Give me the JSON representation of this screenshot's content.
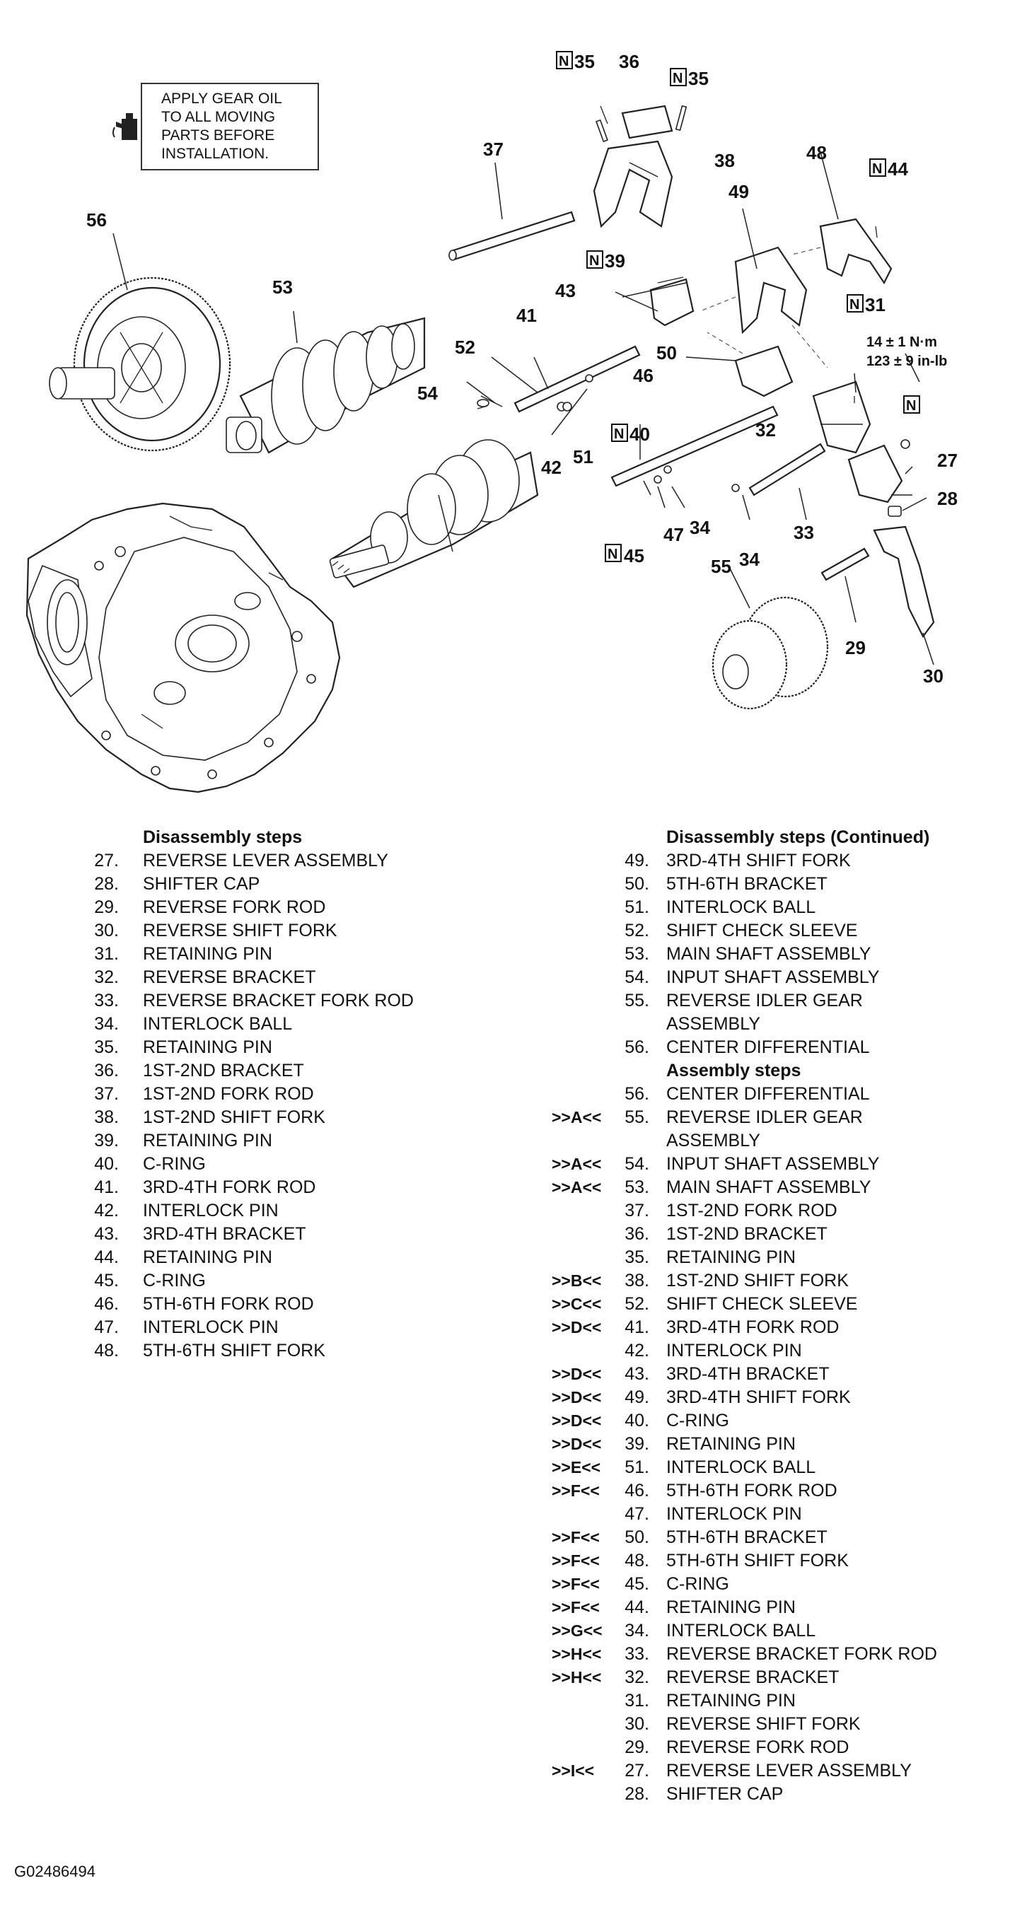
{
  "note": {
    "lines": [
      "APPLY GEAR OIL",
      "TO ALL MOVING",
      "PARTS BEFORE",
      "INSTALLATION."
    ],
    "icon": "oil-can-icon"
  },
  "callouts": {
    "c35a": "35",
    "c36": "36",
    "c35b": "35",
    "c37": "37",
    "c38": "38",
    "c48": "48",
    "c44": "44",
    "c49": "49",
    "c56": "56",
    "c53": "53",
    "c39": "39",
    "c43": "43",
    "c31": "31",
    "c41": "41",
    "c52": "52",
    "c50": "50",
    "c46": "46",
    "c54": "54",
    "c40": "40",
    "c42": "42",
    "c51": "51",
    "c32": "32",
    "c27": "27",
    "c28": "28",
    "c33": "33",
    "c34a": "34",
    "c34b": "34",
    "c47": "47",
    "c45": "45",
    "c55": "55",
    "c29": "29",
    "c30": "30"
  },
  "n_marker": "N",
  "torque": {
    "metric": "14 ± 1 N·m",
    "imperial": "123 ± 9 in-lb"
  },
  "disassembly_heading": "Disassembly steps",
  "disassembly_continued_heading": "Disassembly steps (Continued)",
  "assembly_heading": "Assembly steps",
  "disassembly_steps": [
    {
      "num": "27.",
      "label": "REVERSE LEVER ASSEMBLY"
    },
    {
      "num": "28.",
      "label": "SHIFTER CAP"
    },
    {
      "num": "29.",
      "label": "REVERSE FORK ROD"
    },
    {
      "num": "30.",
      "label": "REVERSE SHIFT FORK"
    },
    {
      "num": "31.",
      "label": "RETAINING PIN"
    },
    {
      "num": "32.",
      "label": "REVERSE BRACKET"
    },
    {
      "num": "33.",
      "label": "REVERSE BRACKET FORK ROD"
    },
    {
      "num": "34.",
      "label": "INTERLOCK BALL"
    },
    {
      "num": "35.",
      "label": "RETAINING PIN"
    },
    {
      "num": "36.",
      "label": "1ST-2ND BRACKET"
    },
    {
      "num": "37.",
      "label": "1ST-2ND FORK ROD"
    },
    {
      "num": "38.",
      "label": "1ST-2ND SHIFT FORK"
    },
    {
      "num": "39.",
      "label": "RETAINING PIN"
    },
    {
      "num": "40.",
      "label": "C-RING"
    },
    {
      "num": "41.",
      "label": "3RD-4TH FORK ROD"
    },
    {
      "num": "42.",
      "label": "INTERLOCK PIN"
    },
    {
      "num": "43.",
      "label": "3RD-4TH BRACKET"
    },
    {
      "num": "44.",
      "label": "RETAINING PIN"
    },
    {
      "num": "45.",
      "label": "C-RING"
    },
    {
      "num": "46.",
      "label": "5TH-6TH FORK ROD"
    },
    {
      "num": "47.",
      "label": "INTERLOCK PIN"
    },
    {
      "num": "48.",
      "label": "5TH-6TH SHIFT FORK"
    }
  ],
  "disassembly_steps_continued": [
    {
      "num": "49.",
      "label": "3RD-4TH SHIFT FORK"
    },
    {
      "num": "50.",
      "label": "5TH-6TH BRACKET"
    },
    {
      "num": "51.",
      "label": "INTERLOCK BALL"
    },
    {
      "num": "52.",
      "label": "SHIFT CHECK SLEEVE"
    },
    {
      "num": "53.",
      "label": "MAIN SHAFT ASSEMBLY"
    },
    {
      "num": "54.",
      "label": "INPUT SHAFT ASSEMBLY"
    },
    {
      "num": "55.",
      "label": "REVERSE IDLER GEAR"
    },
    {
      "num": "",
      "label": "ASSEMBLY"
    },
    {
      "num": "56.",
      "label": "CENTER DIFFERENTIAL"
    }
  ],
  "assembly_steps": [
    {
      "marker": "",
      "num": "56.",
      "label": "CENTER DIFFERENTIAL"
    },
    {
      "marker": ">>A<<",
      "num": "55.",
      "label": "REVERSE IDLER GEAR"
    },
    {
      "marker": "",
      "num": "",
      "label": "ASSEMBLY"
    },
    {
      "marker": ">>A<<",
      "num": "54.",
      "label": "INPUT SHAFT ASSEMBLY"
    },
    {
      "marker": ">>A<<",
      "num": "53.",
      "label": "MAIN SHAFT ASSEMBLY"
    },
    {
      "marker": "",
      "num": "37.",
      "label": "1ST-2ND FORK ROD"
    },
    {
      "marker": "",
      "num": "36.",
      "label": "1ST-2ND BRACKET"
    },
    {
      "marker": "",
      "num": "35.",
      "label": "RETAINING PIN"
    },
    {
      "marker": ">>B<<",
      "num": "38.",
      "label": "1ST-2ND SHIFT FORK"
    },
    {
      "marker": ">>C<<",
      "num": "52.",
      "label": "SHIFT CHECK SLEEVE"
    },
    {
      "marker": ">>D<<",
      "num": "41.",
      "label": "3RD-4TH FORK ROD"
    },
    {
      "marker": "",
      "num": "42.",
      "label": "INTERLOCK PIN"
    },
    {
      "marker": ">>D<<",
      "num": "43.",
      "label": "3RD-4TH BRACKET"
    },
    {
      "marker": ">>D<<",
      "num": "49.",
      "label": "3RD-4TH SHIFT FORK"
    },
    {
      "marker": ">>D<<",
      "num": "40.",
      "label": "C-RING"
    },
    {
      "marker": ">>D<<",
      "num": "39.",
      "label": "RETAINING PIN"
    },
    {
      "marker": ">>E<<",
      "num": "51.",
      "label": "INTERLOCK BALL"
    },
    {
      "marker": ">>F<<",
      "num": "46.",
      "label": "5TH-6TH FORK ROD"
    },
    {
      "marker": "",
      "num": "47.",
      "label": "INTERLOCK PIN"
    },
    {
      "marker": ">>F<<",
      "num": "50.",
      "label": "5TH-6TH BRACKET"
    },
    {
      "marker": ">>F<<",
      "num": "48.",
      "label": "5TH-6TH SHIFT FORK"
    },
    {
      "marker": ">>F<<",
      "num": "45.",
      "label": "C-RING"
    },
    {
      "marker": ">>F<<",
      "num": "44.",
      "label": "RETAINING PIN"
    },
    {
      "marker": ">>G<<",
      "num": "34.",
      "label": "INTERLOCK BALL"
    },
    {
      "marker": ">>H<<",
      "num": "33.",
      "label": "REVERSE BRACKET FORK ROD"
    },
    {
      "marker": ">>H<<",
      "num": "32.",
      "label": "REVERSE BRACKET"
    },
    {
      "marker": "",
      "num": "31.",
      "label": "RETAINING PIN"
    },
    {
      "marker": "",
      "num": "30.",
      "label": "REVERSE SHIFT FORK"
    },
    {
      "marker": "",
      "num": "29.",
      "label": "REVERSE FORK ROD"
    },
    {
      "marker": ">>I<<",
      "num": "27.",
      "label": "REVERSE LEVER ASSEMBLY"
    },
    {
      "marker": "",
      "num": "28.",
      "label": "SHIFTER CAP"
    }
  ],
  "figure_id": "G02486494"
}
